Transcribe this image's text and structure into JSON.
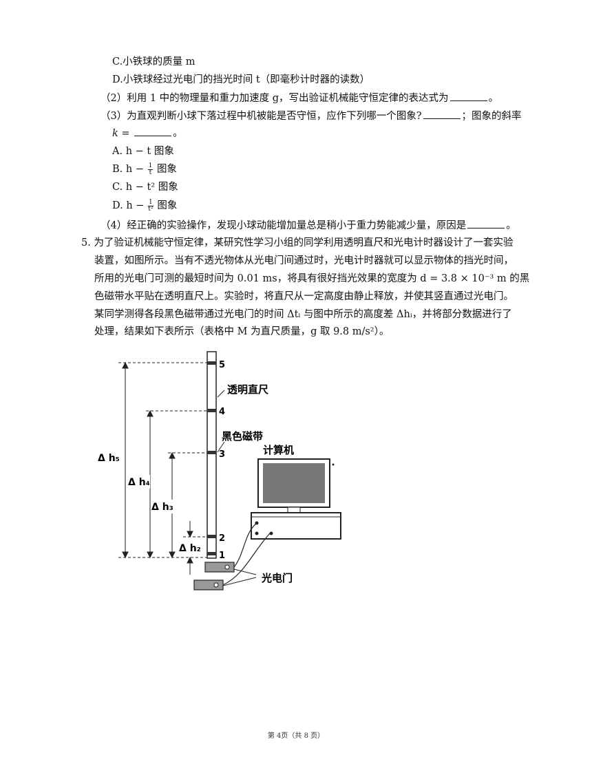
{
  "lines": {
    "c": "C.小铁球的质量 m",
    "d": "D.小铁球经过光电门的挡光时间 t（即毫秒计时器的读数）",
    "q2": "（2）利用 1 中的物理量和重力加速度 g，写出验证机械能守恒定律的表达式为",
    "q3a": "（3）为直观判断小球下落过程中机被能是否守恒，应作下列哪一个图象?",
    "q3a_tail": "；图象的斜率",
    "q3b": "k =",
    "opt_a": "A. h − t 图象",
    "opt_b_pre": "B. h −",
    "opt_c": "C. h − t² 图象",
    "opt_d_pre": "D. h −",
    "opt_suffix": "图象",
    "q4": "（4）经正确的实验操作，发现小球动能增加量总是稍小于重力势能减少量，原因是",
    "p5_1": "5. 为了验证机械能守恒定律，某研究性学习小组的同学利用透明直尺和光电计时器设计了一套实验",
    "p5_2": "装置，如图所示。当有不透光物体从光电门间通过时，光电计时器就可以显示物体的挡光时间，",
    "p5_3": "所用的光电门可测的最短时间为 0.01 ms，将具有很好挡光效果的宽度为 d = 3.8 × 10⁻³ m 的黑",
    "p5_4": "色磁带水平贴在透明直尺上。实验时，将直尺从一定高度由静止释放，并使其竖直通过光电门。",
    "p5_5": "某同学测得各段黑色磁带通过光电门的时间 Δtᵢ 与图中所示的高度差 Δhᵢ，并将部分数据进行了",
    "p5_6": "处理，结果如下表所示（表格中 M 为直尺质量，g 取 9.8 m/s²）。",
    "end_mark": "。",
    "frac_one": "1",
    "frac_t": "t",
    "frac_t2": "t²"
  },
  "figure": {
    "labels": {
      "ruler": "透明直尺",
      "tape": "黑色磁带",
      "computer": "计算机",
      "gate": "光电门",
      "dh5": "Δ h₅",
      "dh4": "Δ h₄",
      "dh3": "Δ h₃",
      "dh2": "Δ h₂",
      "n1": "1",
      "n2": "2",
      "n3": "3",
      "n4": "4",
      "n5": "5"
    }
  },
  "footer": "第 4页（共 8 页）"
}
